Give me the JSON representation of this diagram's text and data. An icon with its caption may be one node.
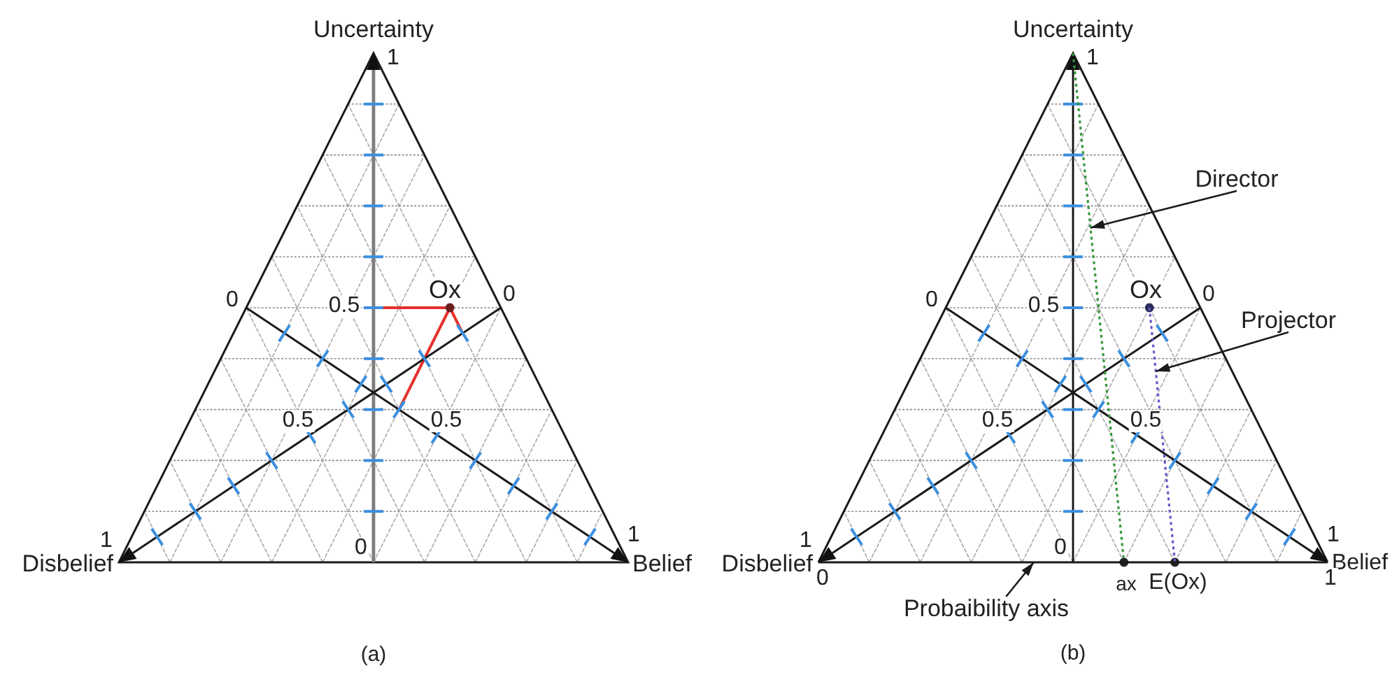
{
  "diagram": {
    "nodes": [
      {
        "text": [
          "Director"
        ]
      },
      {
        "text": [],
        "shape": "line"
      },
      {
        "text": [
          "Projector"
        ]
      },
      {
        "text": [],
        "shape": "line"
      },
      {
        "text": [
          "Probaibility axis"
        ]
      },
      {
        "text": [],
        "shape": "line"
      }
    ],
    "edges": [
      {
        "from": 0,
        "to": 1,
        "arrow": "to"
      },
      {
        "from": 2,
        "to": 3,
        "arrow": "to"
      },
      {
        "from": 4,
        "to": 5,
        "arrow": "to"
      }
    ],
    "labels": [
      "Uncertainty",
      "1",
      "0",
      "0.5",
      "Ox",
      "0",
      "0.5",
      "0.5",
      "1",
      "Disbelief",
      "0",
      "1",
      "Belief",
      "(a)",
      "Uncertainty",
      "1",
      "0",
      "0.5",
      "Ox",
      "0",
      "0.5",
      "0.5",
      "1",
      "Disbelief",
      "0",
      "0",
      "1",
      "Belief",
      "1",
      "ax",
      "E(Ox)",
      "(b)"
    ]
  }
}
